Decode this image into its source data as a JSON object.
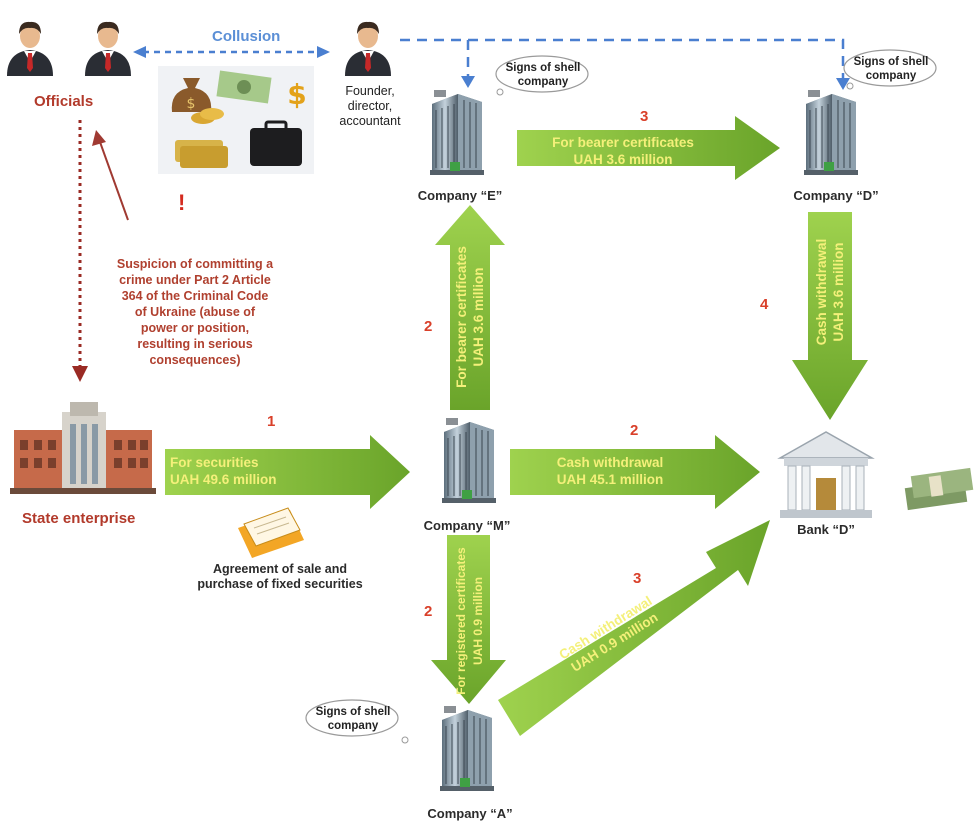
{
  "actors": {
    "officials": "Officials",
    "founder": [
      "Founder,",
      "director,",
      "accountant"
    ],
    "state_enterprise": "State enterprise",
    "company_e": "Company “E”",
    "company_d": "Company “D”",
    "company_m": "Company “M”",
    "company_a": "Company “A”",
    "bank_d": "Bank “D”"
  },
  "relations": {
    "collusion": "Collusion",
    "shell_sign": [
      "Signs of shell",
      "company"
    ],
    "alert_mark": "!"
  },
  "suspicion": [
    "Suspicion of committing a",
    "crime under Part 2 Article",
    "364 of the Criminal Code",
    "of Ukraine (abuse of",
    "power or position,",
    "resulting in serious",
    "consequences)"
  ],
  "agreement": [
    "Agreement of sale and",
    "purchase of fixed securities"
  ],
  "flows": {
    "f1": {
      "step": "1",
      "line1": "For securities",
      "line2": "UAH 49.6 million"
    },
    "f_m_e": {
      "step": "2",
      "line1": "For bearer certificates",
      "line2": "UAH 3.6 million"
    },
    "f_e_d": {
      "step": "3",
      "line1": "For bearer certificates",
      "line2": "UAH 3.6 million"
    },
    "f_d_bank": {
      "step": "4",
      "line1": "Cash withdrawal",
      "line2": "UAH 3.6 million"
    },
    "f_m_bank": {
      "step": "2",
      "line1": "Cash withdrawal",
      "line2": "UAH 45.1 million"
    },
    "f_m_a": {
      "step": "2",
      "line1": "For registered certificates",
      "line2": "UAH 0.9 million"
    },
    "f_a_bank": {
      "step": "3",
      "line1": "Cash withdrawal",
      "line2": "UAH 0.9 million"
    }
  },
  "colors": {
    "arrow_green": "#8cc63e",
    "arrow_dark": "#5e9a22",
    "label_yellow": "#f4f07a",
    "step_red": "#d9402a",
    "collusion_blue": "#4a7fd0",
    "dark_red": "#9a2b24"
  },
  "icons": [
    "official-person-icon",
    "money-bag-icon",
    "banknote-icon",
    "dollar-sign-icon",
    "gold-coins-icon",
    "credit-cards-icon",
    "briefcase-icon",
    "office-building-icon",
    "factory-building-icon",
    "bank-building-icon",
    "cash-stack-icon",
    "document-folder-icon"
  ]
}
